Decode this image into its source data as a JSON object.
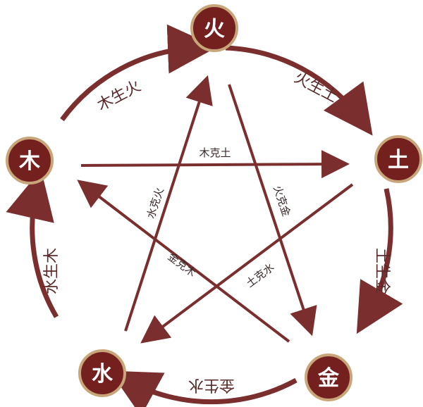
{
  "colors": {
    "node": "#74201f",
    "node_ring": "#c9a67a",
    "arrow": "#7a2e2e",
    "cycle_text": "#5a2a2a",
    "control_text": "#3a2a2a"
  },
  "nodes": {
    "fire": "火",
    "earth": "土",
    "metal": "金",
    "water": "水",
    "wood": "木"
  },
  "generating": {
    "wood_fire": "木生火",
    "fire_earth": "火生土",
    "earth_metal": "土生金",
    "metal_water": "金生水",
    "water_wood": "水生木"
  },
  "controlling": {
    "wood_earth": "木克土",
    "fire_metal": "火克金",
    "earth_water": "土克水",
    "metal_wood": "金克木",
    "water_fire": "水克火"
  }
}
